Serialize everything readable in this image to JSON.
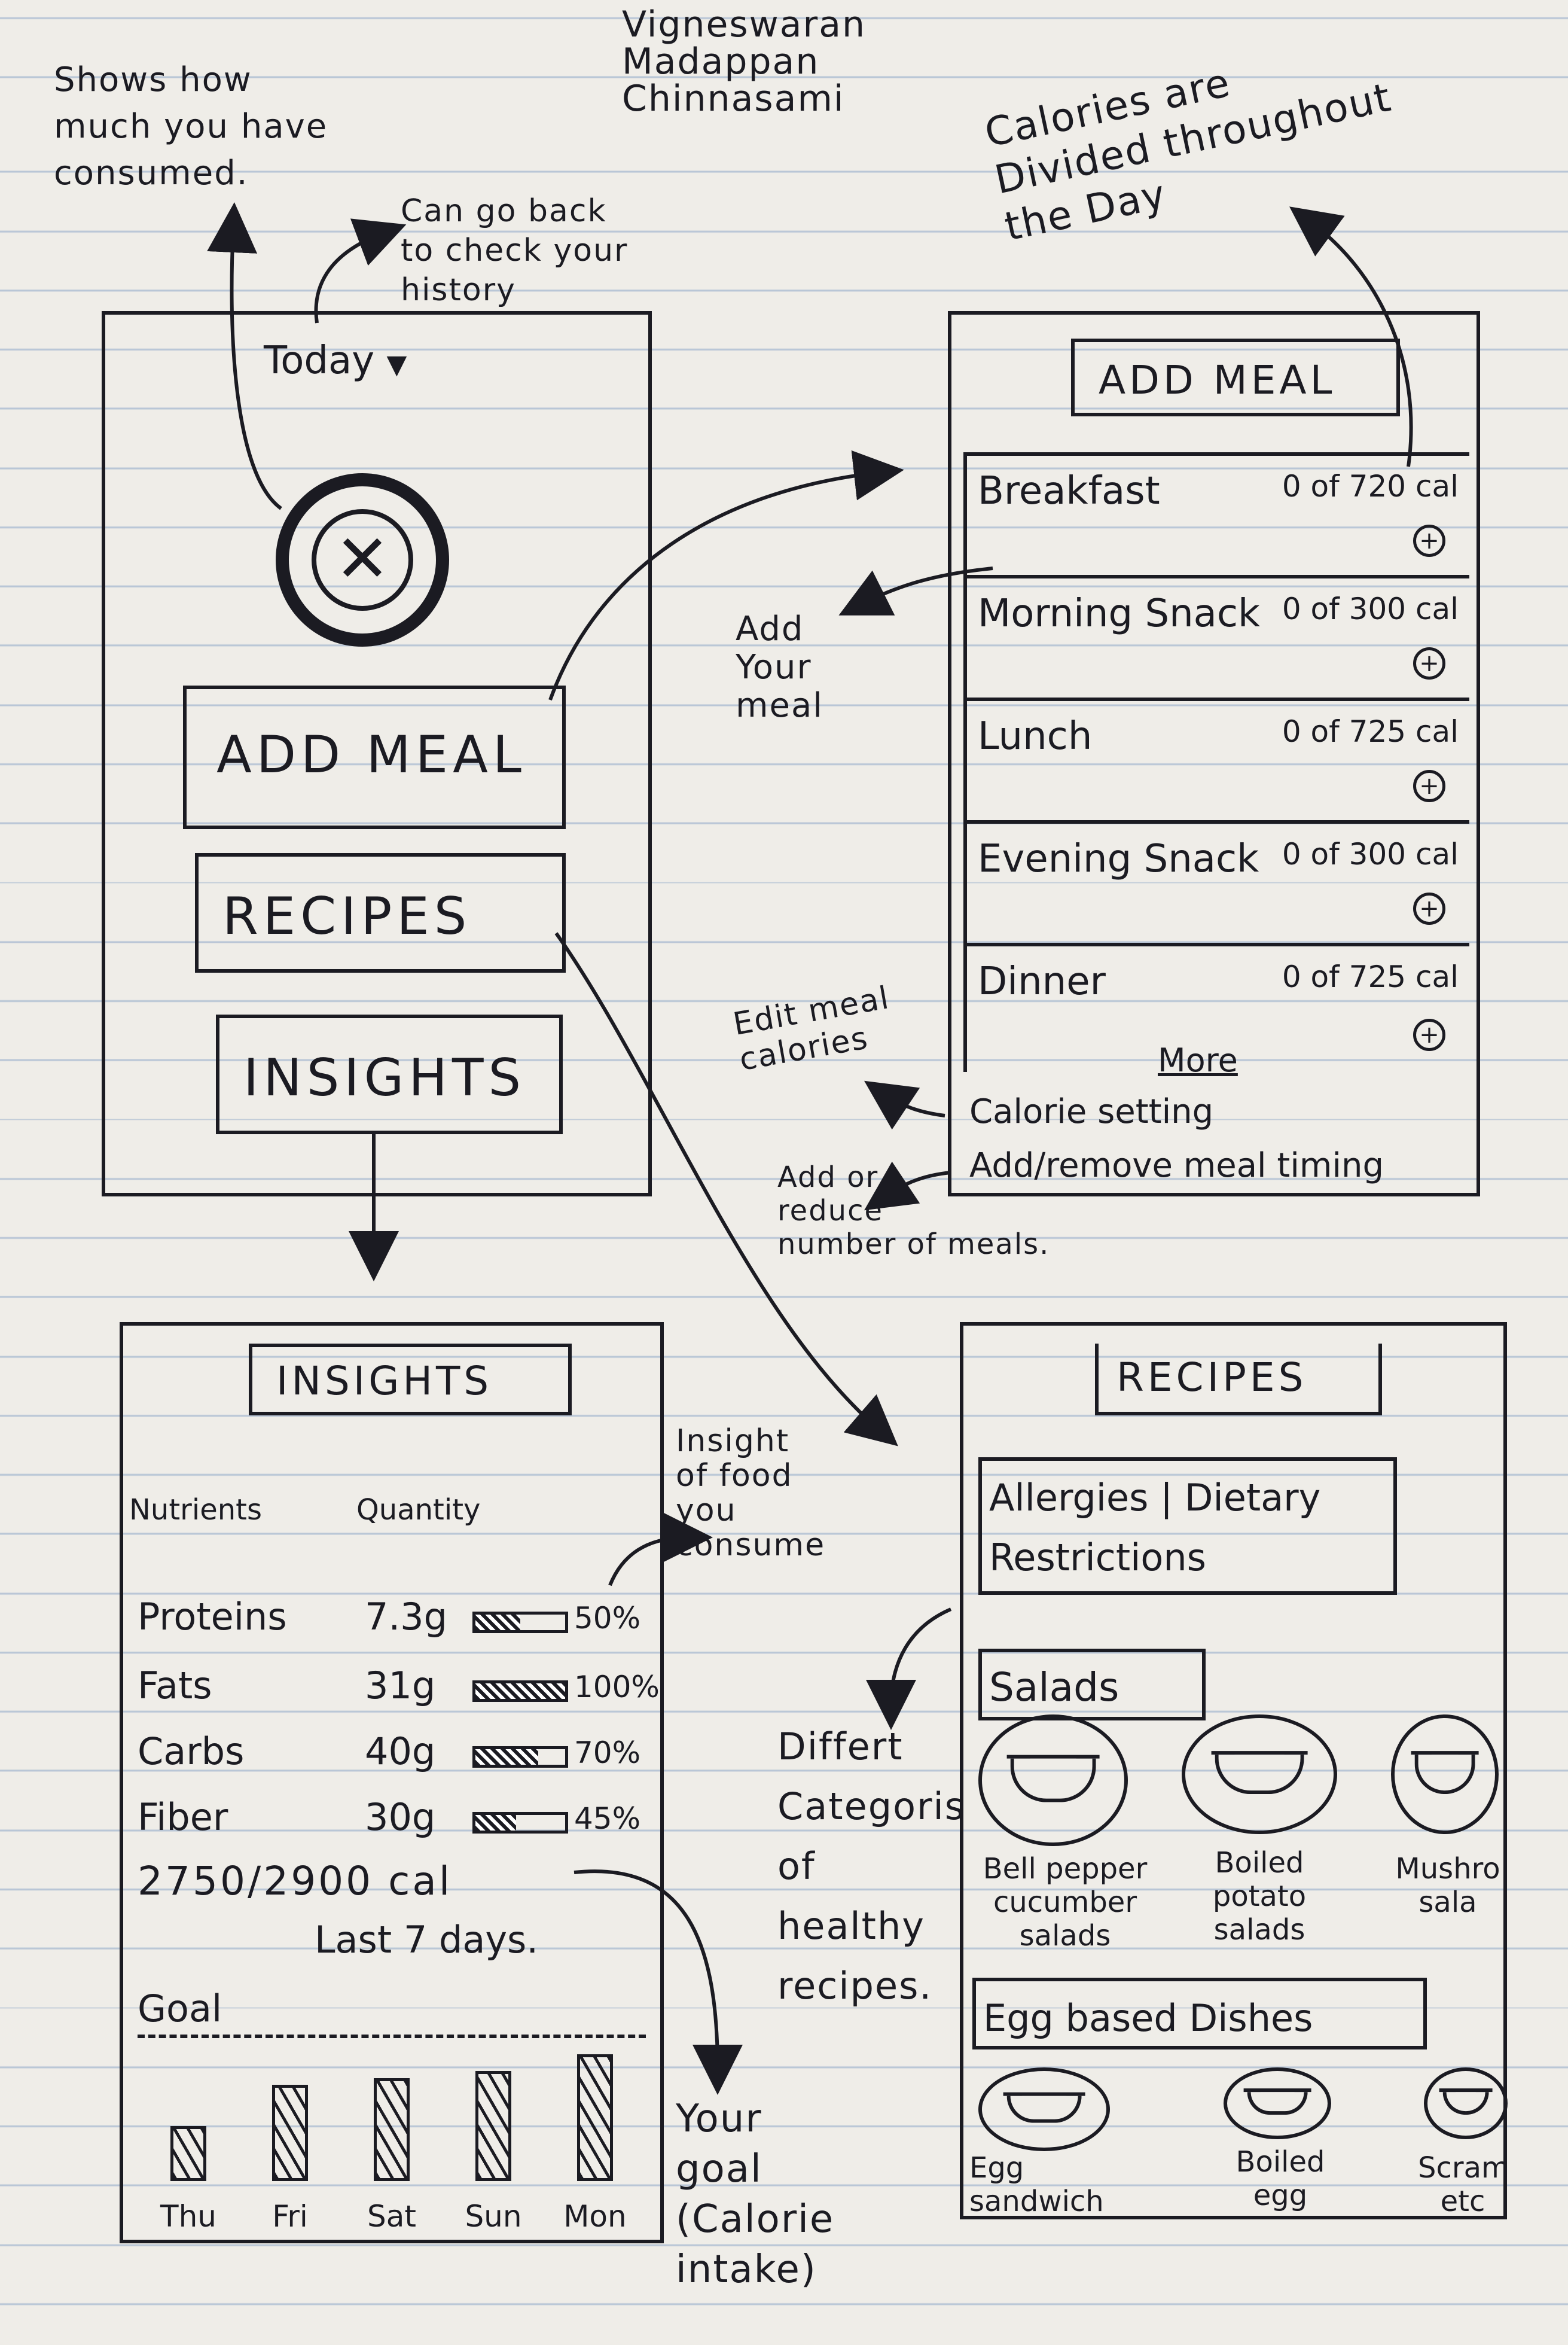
{
  "author": "Vigneswaran\nMadappan\nChinnasami",
  "annotations": {
    "consumed": "Shows how\nmuch you have\nconsumed.",
    "history": "Can go back\nto check your\nhistory",
    "calories_divided": "Calories are\nDivided throughout\nthe Day",
    "add_your_meal": "Add\nYour\nmeal",
    "edit_meal_calories": "Edit meal\ncalories",
    "add_reduce": "Add or\nreduce\nnumber of meals.",
    "insight_food": "Insight\nof food\nyou\nconsume",
    "different_categories": "Differt\nCategoris\nof\nhealthy\nrecipes.",
    "your_goal": "Your\ngoal\n(Calorie\nintake)"
  },
  "home": {
    "date_selector": "Today",
    "dropdown_icon": "caret-down-icon",
    "progress_icon": "fork-knife-icon",
    "add_meal": "ADD MEAL",
    "recipes": "RECIPES",
    "insights": "INSIGHTS"
  },
  "add_meal_screen": {
    "title": "ADD MEAL",
    "meals": [
      {
        "name": "Breakfast",
        "calories": "0 of 720 cal"
      },
      {
        "name": "Morning Snack",
        "calories": "0 of 300 cal"
      },
      {
        "name": "Lunch",
        "calories": "0 of 725 cal"
      },
      {
        "name": "Evening Snack",
        "calories": "0 of 300 cal"
      },
      {
        "name": "Dinner",
        "calories": "0 of 725 cal"
      }
    ],
    "more": "More",
    "calorie_setting": "Calorie setting",
    "meal_timing": "Add/remove meal timing"
  },
  "insights_screen": {
    "title": "INSIGHTS",
    "col_nutrients": "Nutrients",
    "col_quantity": "Quantity",
    "nutrients": [
      {
        "name": "Proteins",
        "quantity": "7.3g",
        "percent_label": "50%",
        "fraction": 0.5
      },
      {
        "name": "Fats",
        "quantity": "31g",
        "percent_label": "100%",
        "fraction": 1.0
      },
      {
        "name": "Carbs",
        "quantity": "40g",
        "percent_label": "70%",
        "fraction": 0.7
      },
      {
        "name": "Fiber",
        "quantity": "30g",
        "percent_label": "45%",
        "fraction": 0.45
      }
    ],
    "calorie_summary": "2750/2900 cal",
    "period": "Last 7 days.",
    "goal_label": "Goal",
    "days": [
      {
        "label": "Thu",
        "fraction": 0.4
      },
      {
        "label": "Fri",
        "fraction": 0.7
      },
      {
        "label": "Sat",
        "fraction": 0.75
      },
      {
        "label": "Sun",
        "fraction": 0.8
      },
      {
        "label": "Mon",
        "fraction": 0.92
      }
    ]
  },
  "recipes_screen": {
    "title": "RECIPES",
    "filter": "Allergies | Dietary\nRestrictions",
    "sections": [
      {
        "title": "Salads",
        "items": [
          "Bell pepper\ncucumber\nsalads",
          "Boiled\npotato\nsalads",
          "Mushro\nsala"
        ]
      },
      {
        "title": "Egg based Dishes",
        "items": [
          "Egg\nsandwich",
          "Boiled\negg",
          "Scram\netc"
        ]
      }
    ]
  },
  "colors": {
    "ink": "#1b1b22",
    "paper": "#efede8",
    "rule": "#b9c6d6"
  }
}
